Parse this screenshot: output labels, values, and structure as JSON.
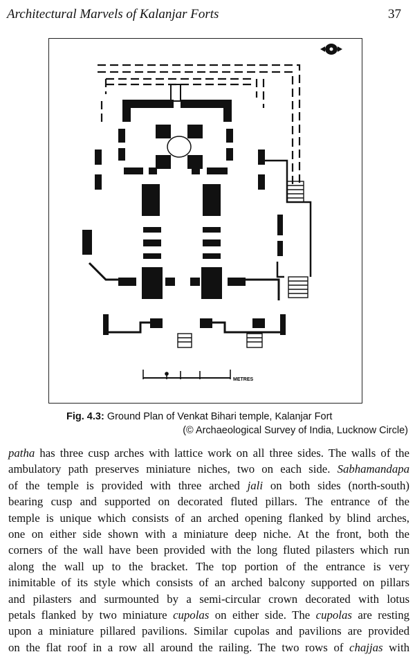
{
  "header": {
    "running_title": "Architectural Marvels of Kalanjar Forts",
    "page_number": "37"
  },
  "figure": {
    "scale_label": "METRES",
    "caption": {
      "label": "Fig. 4.3:",
      "title": "Ground Plan of Venkat Bihari temple, Kalanjar Fort",
      "credit": "(© Archaeological Survey of India, Lucknow Circle)"
    }
  },
  "body": {
    "lines": [
      [
        {
          "t": "patha",
          "i": true
        },
        {
          "t": " has three cusp arches with lattice work on all three sides. The walls of the"
        }
      ],
      [
        {
          "t": "ambulatory path preserves miniature niches, two on each side. "
        },
        {
          "t": "Sabhamandapa",
          "i": true
        }
      ],
      [
        {
          "t": "of the temple is provided with three arched "
        },
        {
          "t": "jali",
          "i": true
        },
        {
          "t": " on both sides (north-south)"
        }
      ],
      [
        {
          "t": "bearing cusp and supported on decorated fluted pillars. The entrance of the"
        }
      ],
      [
        {
          "t": "temple is unique which consists of an arched opening flanked by blind arches,"
        }
      ],
      [
        {
          "t": "one on either side shown with a miniature deep niche. At the front, both the"
        }
      ],
      [
        {
          "t": "corners of the wall have been provided with the long fluted pilasters which run"
        }
      ],
      [
        {
          "t": "along the wall up to the bracket. The top portion of the entrance is very"
        }
      ],
      [
        {
          "t": "inimitable of its style which consists of an arched balcony supported on pillars"
        }
      ],
      [
        {
          "t": "and pilasters and surmounted by a semi-circular crown decorated with lotus"
        }
      ],
      [
        {
          "t": "petals flanked by two miniature "
        },
        {
          "t": "cupolas",
          "i": true
        },
        {
          "t": " on either side. The "
        },
        {
          "t": "cupolas",
          "i": true
        },
        {
          "t": " are resting"
        }
      ],
      [
        {
          "t": "upon a miniature pillared pavilions. Similar cupolas and pavilions are provided"
        }
      ],
      [
        {
          "t": "on the flat roof in a row all around the railing. The two rows of "
        },
        {
          "t": "chajjas",
          "i": true
        },
        {
          "t": " with"
        }
      ]
    ]
  }
}
